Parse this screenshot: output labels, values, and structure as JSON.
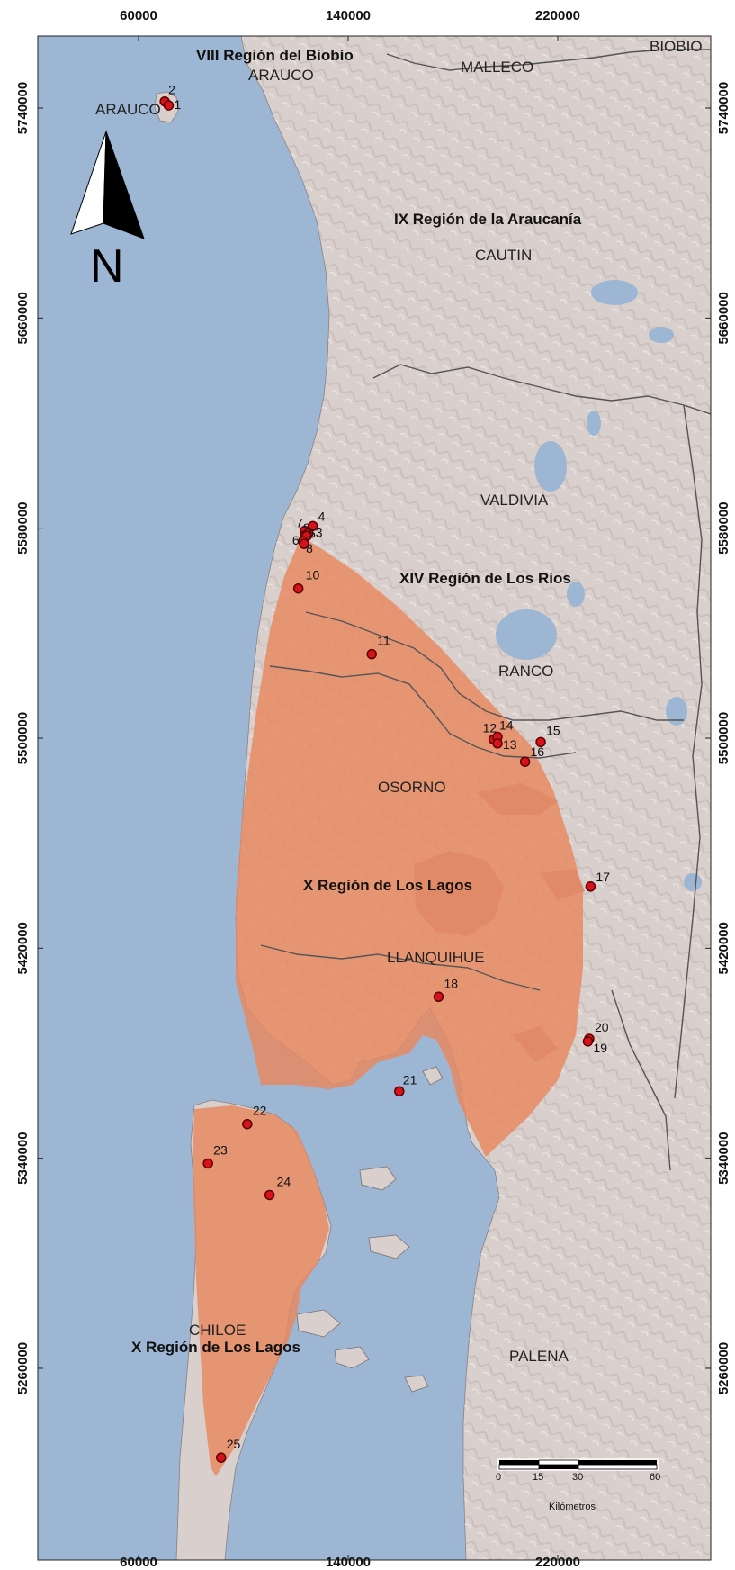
{
  "x_ticks": [
    {
      "value": 60000,
      "label": "60000"
    },
    {
      "value": 140000,
      "label": "140000"
    },
    {
      "value": 220000,
      "label": "220000"
    }
  ],
  "y_ticks": [
    {
      "value": 5740000,
      "label": "5740000"
    },
    {
      "value": 5660000,
      "label": "5660000"
    },
    {
      "value": 5580000,
      "label": "5580000"
    },
    {
      "value": 5500000,
      "label": "5500000"
    },
    {
      "value": 5420000,
      "label": "5420000"
    },
    {
      "value": 5340000,
      "label": "5340000"
    },
    {
      "value": 5260000,
      "label": "5260000"
    }
  ],
  "region_labels": [
    {
      "id": "biobio-region",
      "text": "VIII Región del Biobío",
      "bold": true
    },
    {
      "id": "araucania-region",
      "text": "IX Región de la Araucanía",
      "bold": true
    },
    {
      "id": "los-rios-region",
      "text": "XIV Región de Los Ríos",
      "bold": true
    },
    {
      "id": "los-lagos-region",
      "text": "X Región de Los Lagos",
      "bold": true
    },
    {
      "id": "los-lagos-region-chiloe",
      "text": "X Región de Los Lagos",
      "bold": true
    }
  ],
  "province_labels": [
    {
      "id": "biobio",
      "text": "BIOBIO"
    },
    {
      "id": "arauco-top",
      "text": "ARAUCO"
    },
    {
      "id": "arauco-island",
      "text": "ARAUCO"
    },
    {
      "id": "malleco",
      "text": "MALLECO"
    },
    {
      "id": "cautin",
      "text": "CAUTIN"
    },
    {
      "id": "valdivia",
      "text": "VALDIVIA"
    },
    {
      "id": "ranco",
      "text": "RANCO"
    },
    {
      "id": "osorno",
      "text": "OSORNO"
    },
    {
      "id": "llanquihue",
      "text": "LLANQUIHUE"
    },
    {
      "id": "chiloe",
      "text": "CHILOE"
    },
    {
      "id": "palena",
      "text": "PALENA"
    }
  ],
  "sites": [
    {
      "id": "2",
      "x": 70000,
      "y": 5742500
    },
    {
      "id": "1",
      "x": 71500,
      "y": 5741000
    },
    {
      "id": "4",
      "x": 126500,
      "y": 5580800
    },
    {
      "id": "7",
      "x": 123500,
      "y": 5579000
    },
    {
      "id": "9",
      "x": 123500,
      "y": 5577200
    },
    {
      "id": "3",
      "x": 124800,
      "y": 5578000
    },
    {
      "id": "5",
      "x": 124200,
      "y": 5577000
    },
    {
      "id": "6",
      "x": 122800,
      "y": 5575000
    },
    {
      "id": "8",
      "x": 123200,
      "y": 5574000
    },
    {
      "id": "10",
      "x": 121000,
      "y": 5557000
    },
    {
      "id": "11",
      "x": 149000,
      "y": 5532000
    },
    {
      "id": "12",
      "x": 195500,
      "y": 5499500
    },
    {
      "id": "14",
      "x": 197000,
      "y": 5500500
    },
    {
      "id": "13",
      "x": 197000,
      "y": 5498000
    },
    {
      "id": "15",
      "x": 213500,
      "y": 5498500
    },
    {
      "id": "16",
      "x": 207500,
      "y": 5491000
    },
    {
      "id": "17",
      "x": 232500,
      "y": 5443500
    },
    {
      "id": "18",
      "x": 174500,
      "y": 5401500
    },
    {
      "id": "20",
      "x": 232000,
      "y": 5385500
    },
    {
      "id": "19",
      "x": 231500,
      "y": 5384500
    },
    {
      "id": "21",
      "x": 159500,
      "y": 5365500
    },
    {
      "id": "22",
      "x": 101500,
      "y": 5353000
    },
    {
      "id": "23",
      "x": 86500,
      "y": 5338000
    },
    {
      "id": "24",
      "x": 110000,
      "y": 5326000
    },
    {
      "id": "25",
      "x": 91500,
      "y": 5226000
    }
  ],
  "north_arrow": {
    "letter": "N"
  },
  "scale_bar": {
    "ticks": [
      "0",
      "15",
      "30",
      "60"
    ],
    "unit": "Kilómetros"
  },
  "colors": {
    "sea": "#9cb6d3",
    "land": "#d9cfcc",
    "hull": "#e9875f",
    "site_fill": "#d8121a",
    "site_stroke": "#5a0000"
  }
}
